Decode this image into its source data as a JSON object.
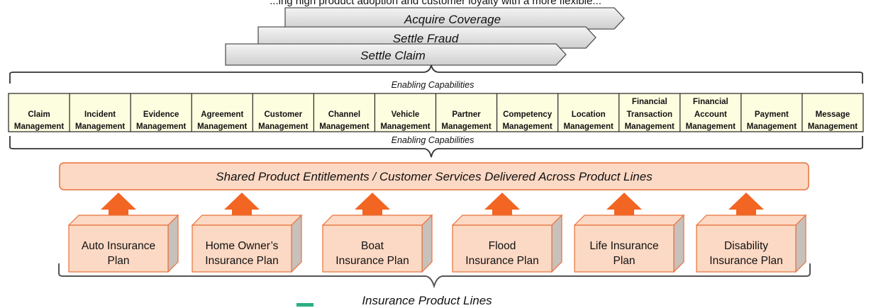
{
  "top_caption": "...ing high product adoption and customer loyalty with a more flexible...",
  "processes": [
    {
      "label": "Acquire Coverage"
    },
    {
      "label": "Settle Fraud"
    },
    {
      "label": "Settle Claim"
    }
  ],
  "capability_header_top": "Enabling Capabilities",
  "capability_header_bottom": "Enabling Capabilities",
  "capabilities": [
    {
      "line1": "",
      "line2": "Claim",
      "line3": "Management"
    },
    {
      "line1": "",
      "line2": "Incident",
      "line3": "Management"
    },
    {
      "line1": "",
      "line2": "Evidence",
      "line3": "Management"
    },
    {
      "line1": "",
      "line2": "Agreement",
      "line3": "Management"
    },
    {
      "line1": "",
      "line2": "Customer",
      "line3": "Management"
    },
    {
      "line1": "",
      "line2": "Channel",
      "line3": "Management"
    },
    {
      "line1": "",
      "line2": "Vehicle",
      "line3": "Management"
    },
    {
      "line1": "",
      "line2": "Partner",
      "line3": "Management"
    },
    {
      "line1": "",
      "line2": "Competency",
      "line3": "Management"
    },
    {
      "line1": "",
      "line2": "Location",
      "line3": "Management"
    },
    {
      "line1": "Financial",
      "line2": "Transaction",
      "line3": "Management"
    },
    {
      "line1": "Financial",
      "line2": "Account",
      "line3": "Management"
    },
    {
      "line1": "",
      "line2": "Payment",
      "line3": "Management"
    },
    {
      "line1": "",
      "line2": "Message",
      "line3": "Management"
    }
  ],
  "shared_services": "Shared Product Entitlements / Customer Services Delivered Across Product Lines",
  "plans": [
    {
      "line1": "Auto Insurance",
      "line2": "Plan"
    },
    {
      "line1": "Home Owner’s",
      "line2": "Insurance Plan"
    },
    {
      "line1": "Boat",
      "line2": "Insurance Plan"
    },
    {
      "line1": "Flood",
      "line2": "Insurance Plan"
    },
    {
      "line1": "Life Insurance",
      "line2": "Plan"
    },
    {
      "line1": "Disability",
      "line2": "Insurance Plan"
    }
  ],
  "footer_label": "Insurance Product Lines",
  "colors": {
    "cap_fill": "#fdfde0",
    "orange_fill": "#fcd9c4",
    "orange_stroke": "#e8703a",
    "arrow": "#f26522",
    "cube_side": "#c8c0bb",
    "chevron_fill": "#d9d9d9"
  }
}
